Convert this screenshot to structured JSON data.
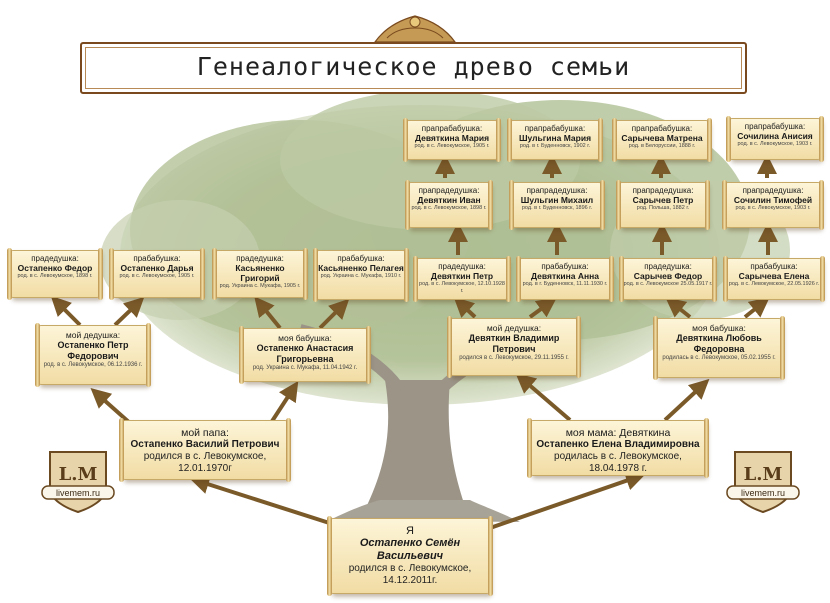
{
  "title": "Генеалогическое древо семьи",
  "logo_text": "livemem.ru",
  "logo_mark": "L.M",
  "colors": {
    "arrow": "#7b5a2a",
    "card_border": "#c6a867",
    "tree": "#8fa06a"
  },
  "people": {
    "pp_mother_mother_mother": {
      "rel": "прапрабабушка:",
      "name": "Девяткина Мария",
      "info": "род. в с. Левокумское, 1905 г."
    },
    "pp_mother_mother_father_mother": {
      "rel": "прапрабабушка:",
      "name": "Шульгина Мария",
      "info": "род. в г. Буденновск, 1902 г."
    },
    "pp_mother_father_mother": {
      "rel": "прапрабабушка:",
      "name": "Сарычева Матрена",
      "info": "род. в Белоруссии, 1888 г."
    },
    "pp_mother_father_father_mother": {
      "rel": "прапрабабушка:",
      "name": "Сочилина Анисия",
      "info": "род. в с. Левокумское, 1903 г."
    },
    "ppd_ivan": {
      "rel": "прапрадедушка:",
      "name": "Девяткин Иван",
      "info": "род. в с. Левокумское, 1898 г."
    },
    "ppd_mikhail": {
      "rel": "прапрадедушка:",
      "name": "Шульгин Михаил",
      "info": "род. в г. Буденновск, 1896 г."
    },
    "ppd_petr": {
      "rel": "прапрадедушка:",
      "name": "Сарычев Петр",
      "info": "род. Польша, 1882 г."
    },
    "ppd_timofei": {
      "rel": "прапрадедушка:",
      "name": "Сочилин Тимофей",
      "info": "род. в с. Левокумское, 1903 г."
    },
    "pd_fedor": {
      "rel": "прадедушка:",
      "name": "Остапенко Федор",
      "info": "род. в с. Левокумское, 1898 г."
    },
    "pb_darya": {
      "rel": "прабабушка:",
      "name": "Остапенко Дарья",
      "info": "род. в с. Левокумское, 1905 г."
    },
    "pd_grigory": {
      "rel": "прадедушка:",
      "name": "Касьяненко Григорий",
      "info": "род. Украина с. Мукафа, 1905 г."
    },
    "pb_pelageya": {
      "rel": "прабабушка:",
      "name": "Касьяненко Пелагея",
      "info": "род. Украина с. Мукафа, 1910 г."
    },
    "pd_petr_d": {
      "rel": "прадедушка:",
      "name": "Девяткин Петр",
      "info": "род. в с. Левокумское, 12.10.1928 г."
    },
    "pb_anna": {
      "rel": "прабабушка:",
      "name": "Девяткина Анна",
      "info": "род. в г. Буденновск, 11.11.1930 г."
    },
    "pd_fedor_s": {
      "rel": "прадедушка:",
      "name": "Сарычев Федор",
      "info": "род. в с. Левокумское 25.05.1917 г."
    },
    "pb_elena": {
      "rel": "прабабушка:",
      "name": "Сарычева Елена",
      "info": "род. в с. Левокумское, 22.05.1926 г."
    },
    "dedushka_p": {
      "rel": "мой дедушка:",
      "name": "Остапенко Петр Федорович",
      "info": "род. в с. Левокумское, 06.12.1936 г."
    },
    "babushka_p": {
      "rel": "моя бабушка:",
      "name": "Остапенко Анастасия Григорьевна",
      "info": "род. Украина с. Мукафа, 11.04.1942 г."
    },
    "dedushka_m": {
      "rel": "мой дедушка:",
      "name": "Девяткин Владимир Петрович",
      "info": "родился в с. Левокумское, 29.11.1955 г."
    },
    "babushka_m": {
      "rel": "моя бабушка:",
      "name": "Девяткина Любовь Федоровна",
      "info": "родилась в с. Левокумское, 05.02.1955 г."
    },
    "papa": {
      "rel": "мой папа:",
      "name": "Остапенко Василий Петрович",
      "info": "родился в с. Левокумское, 12.01.1970г"
    },
    "mama": {
      "rel": "моя мама: Девяткина",
      "name": "Остапенко Елена Владимировна",
      "info": "родилась в с. Левокумское, 18.04.1978 г."
    },
    "me": {
      "rel": "Я",
      "name": "Остапенко Семён Васильевич",
      "info": "родился в с. Левокумское, 14.12.2011г."
    }
  }
}
